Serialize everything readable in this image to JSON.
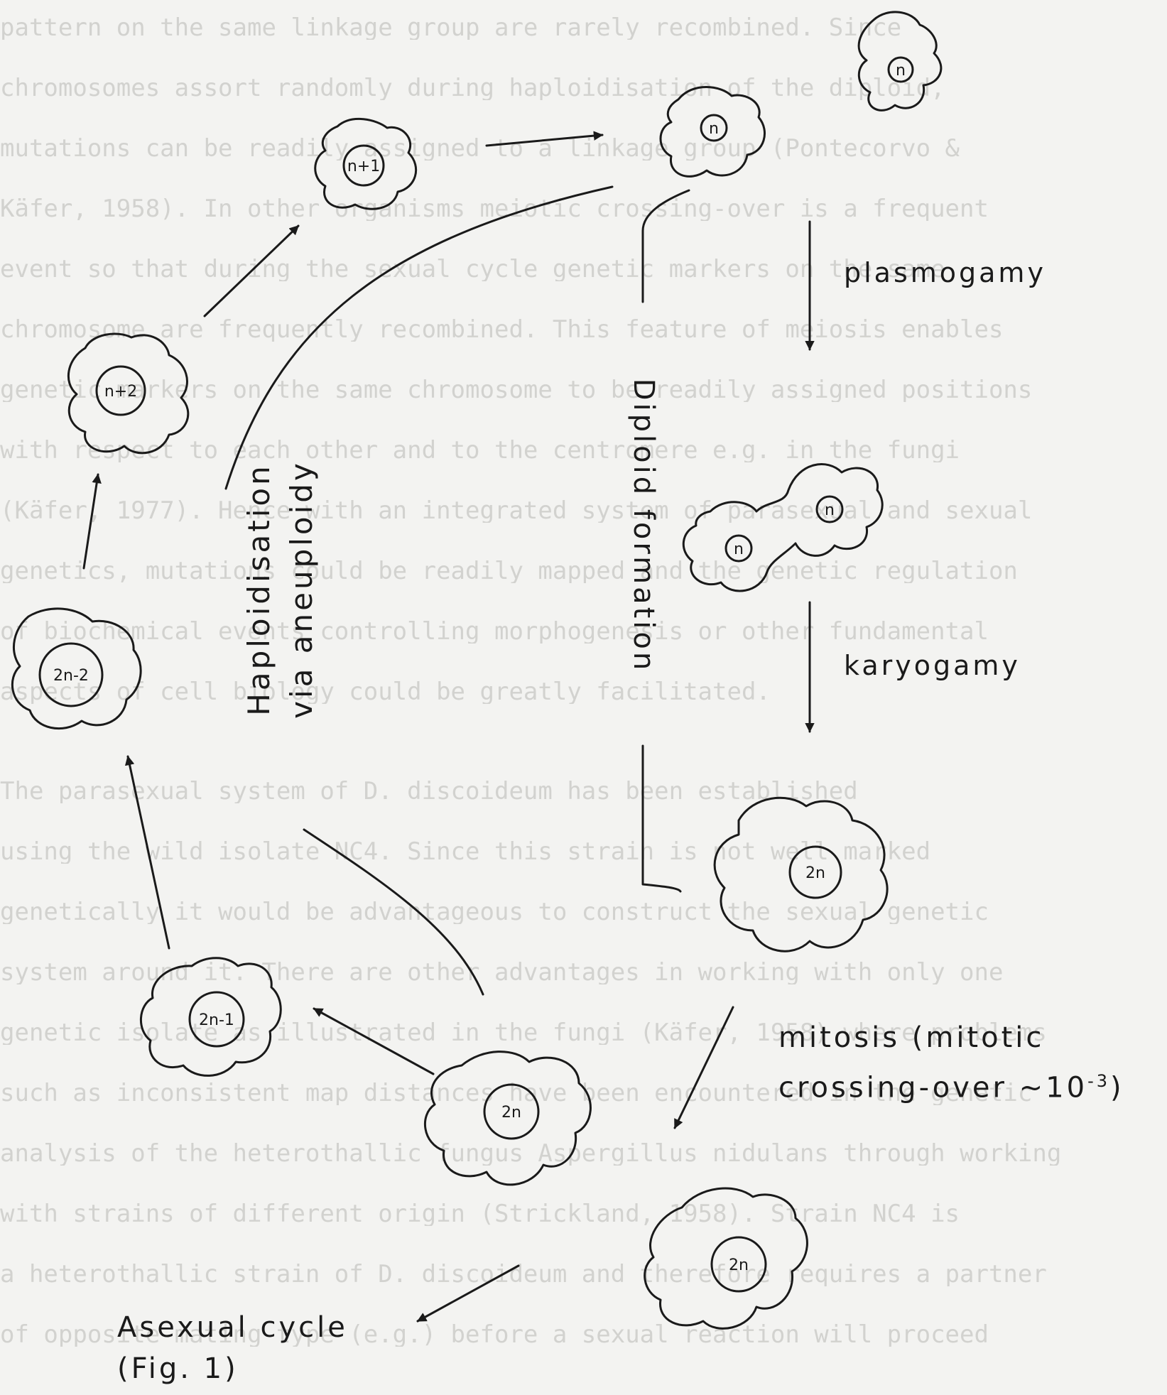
{
  "background_lines": [
    "pattern on the same linkage group are rarely recombined.  Since",
    "chromosomes assort randomly during haploidisation of the diploid,",
    "mutations can be readily assigned to a linkage group (Pontecorvo &",
    "Käfer, 1958).  In other organisms meiotic crossing-over is a frequent",
    "event so that during the sexual cycle genetic markers on the same",
    "chromosome are frequently recombined.  This feature of meiosis enables",
    "genetic markers on the same chromosome to be readily assigned positions",
    "with respect to each other and to the centromere e.g. in the fungi",
    "(Käfer, 1977).  Hence with an integrated system of parasexual and sexual",
    "genetics, mutations could be readily mapped and the genetic regulation",
    "of biochemical events controlling morphogenesis or other fundamental",
    "aspects of cell biology could be greatly facilitated.",
    "     The parasexual system of D. discoideum has been established",
    "using the wild isolate NC4.  Since this strain is not well marked",
    "genetically it would be advantageous to construct the sexual genetic",
    "system around it.  There are other advantages in working with only one",
    "genetic isolate as illustrated in the fungi (Käfer, 1958) where problems",
    "such as inconsistent map distances have been encountered in the genetic",
    "analysis of the heterothallic fungus Aspergillus nidulans through working",
    "with strains of different origin (Strickland, 1958).  Strain NC4 is",
    "a heterothallic strain of D. discoideum and therefore requires a partner",
    "of opposite mating-type (e.g.) before a sexual reaction will proceed"
  ],
  "cells": {
    "n_top_right": "n",
    "n_upper": "n",
    "n_plus_1": "n+1",
    "n_plus_2": "n+2",
    "two_n_minus_2": "2n-2",
    "two_n_minus_1": "2n-1",
    "n_pair_a": "n",
    "n_pair_b": "n",
    "two_n_right": "2n",
    "two_n_center": "2n",
    "two_n_bottom": "2n"
  },
  "labels": {
    "plasmogamy": "plasmogamy",
    "karyogamy": "karyogamy",
    "mitosis_line1": "mitosis (mitotic",
    "mitosis_line2": "crossing-over ~10",
    "mitosis_exp": "-3",
    "mitosis_close": ")",
    "diploid_formation": "Diploid formation",
    "haploidisation_line1": "Haploidisation",
    "haploidisation_line2": "via aneuploidy",
    "asexual_line1": "Asexual cycle",
    "asexual_line2": "(Fig. 1)"
  }
}
